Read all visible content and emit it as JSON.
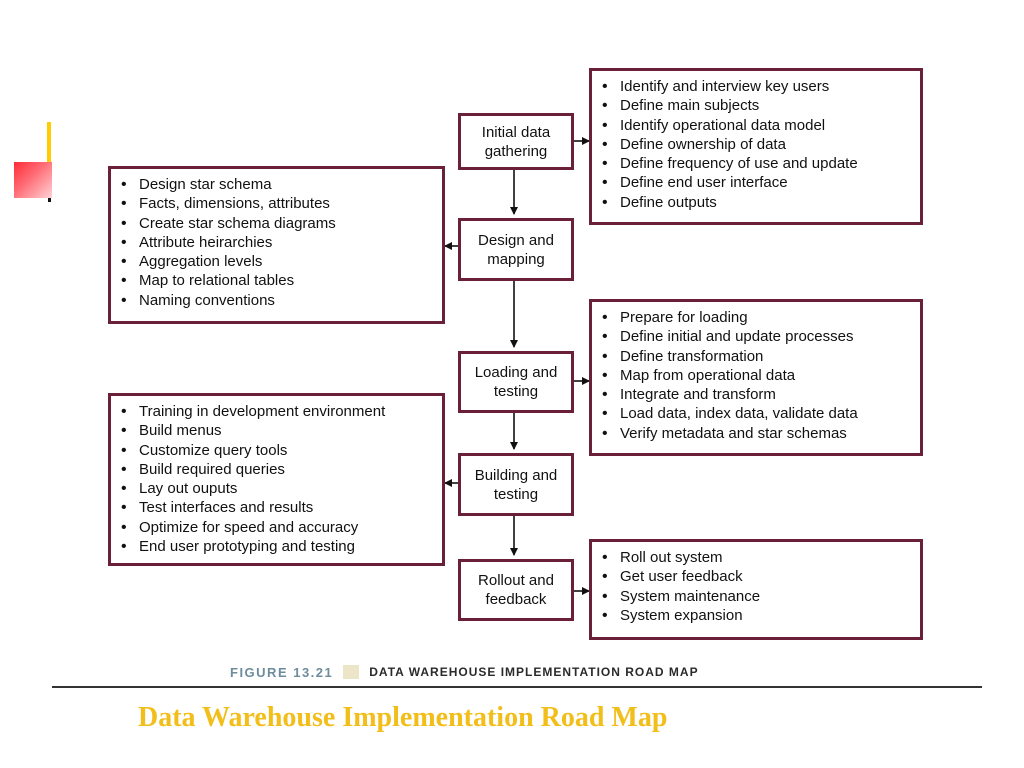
{
  "diagram": {
    "steps": [
      "Initial data\ngathering",
      "Design and\nmapping",
      "Loading and\ntesting",
      "Building and\ntesting",
      "Rollout and\nfeedback"
    ],
    "details": {
      "initial_data_gathering": [
        "Identify and interview key users",
        "Define main subjects",
        "Identify operational data model",
        "Define ownership of data",
        "Define frequency of use and update",
        "Define end user interface",
        "Define outputs"
      ],
      "design_and_mapping": [
        "Design star schema",
        "Facts, dimensions, attributes",
        "Create star schema diagrams",
        "Attribute heirarchies",
        "Aggregation levels",
        "Map to relational tables",
        "Naming conventions"
      ],
      "loading_and_testing": [
        "Prepare for loading",
        "Define initial and update processes",
        "Define transformation",
        "Map from operational data",
        "Integrate and transform",
        "Load data, index data, validate data",
        "Verify metadata and star schemas"
      ],
      "building_and_testing": [
        "Training in development environment",
        "Build menus",
        "Customize query tools",
        "Build required queries",
        "Lay out ouputs",
        "Test interfaces and results",
        "Optimize for speed and accuracy",
        "End user prototyping and testing"
      ],
      "rollout_and_feedback": [
        "Roll out system",
        "Get user feedback",
        "System maintenance",
        "System expansion"
      ]
    },
    "caption": {
      "figure_number": "FIGURE 13.21",
      "title": "DATA WAREHOUSE IMPLEMENTATION ROAD MAP"
    },
    "colors": {
      "box_border": "#6a2038",
      "slide_title": "#f2be1a",
      "accent_yellow": "#ffcc00",
      "accent_red": "#ff2b36"
    }
  },
  "slide": {
    "title": "Data Warehouse Implementation Road Map"
  }
}
